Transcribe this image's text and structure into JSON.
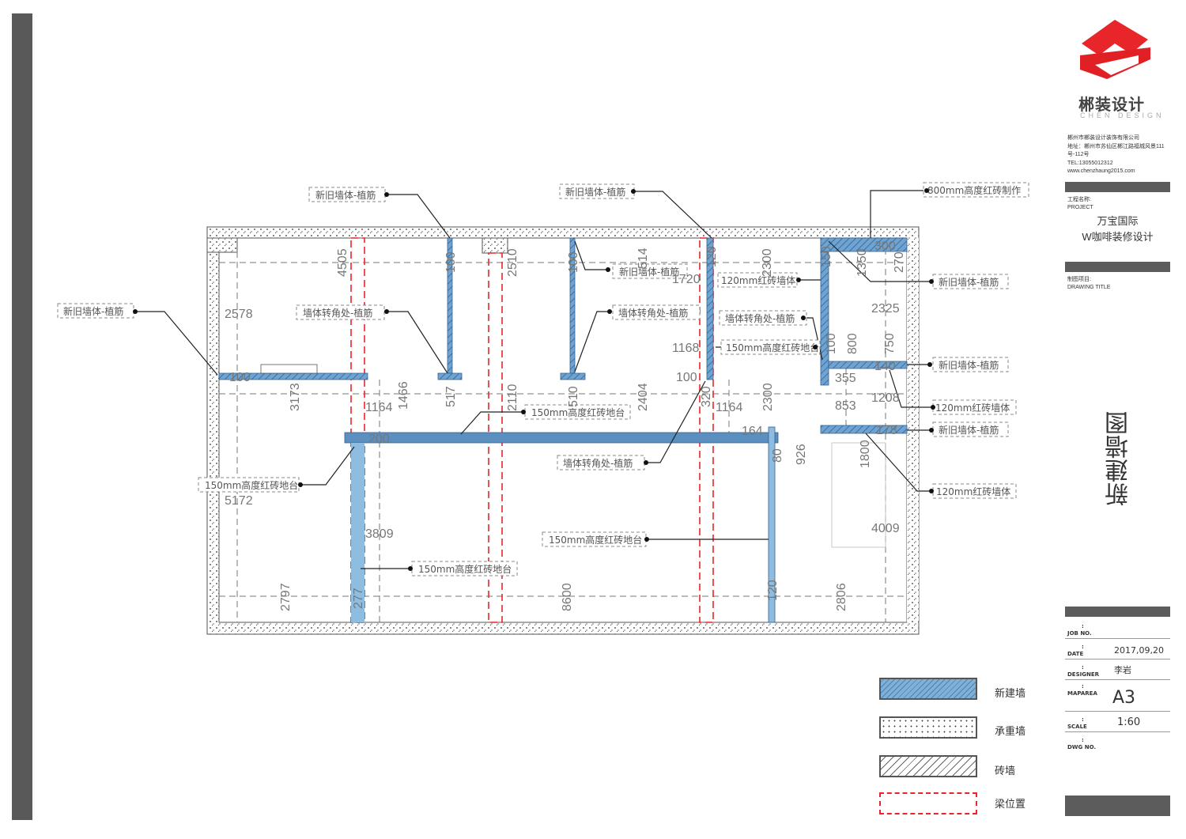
{
  "company": {
    "logo_text": "郴装设计",
    "logo_sub": "CHEN DESIGN",
    "name": "郴州市郴装设计装饰有限公司",
    "address": "地址：郴州市苏仙区郴江路福城风景111号-112号",
    "tel": "TEL:13055012312",
    "web": "www.chenzhaung2015.com"
  },
  "project": {
    "label_cn": "工程名称:",
    "label_en": "PROJECT",
    "line1": "万宝国际",
    "line2": "W咖啡装修设计"
  },
  "drawing_title": {
    "label_cn": "制图项目:",
    "label_en": "DRAWING TITLE",
    "value": "新建墙图"
  },
  "info": [
    {
      "key": "JOB NO.",
      "value": ""
    },
    {
      "key": "DATE",
      "value": "2017,09,20"
    },
    {
      "key": "DESIGNER",
      "value": "李岩"
    },
    {
      "key": "MAPAREA",
      "value": "A3"
    },
    {
      "key": "SCALE",
      "value": "1:60"
    },
    {
      "key": "DWG NO.",
      "value": ""
    }
  ],
  "legend": [
    {
      "label": "新建墙",
      "color": "#7fb0d8"
    },
    {
      "label": "承重墙",
      "color": "#ffffff"
    },
    {
      "label": "砖墙",
      "color": "#ffffff"
    },
    {
      "label": "梁位置",
      "color": "#e8262a"
    }
  ],
  "labels": {
    "a": "新旧墙体-植筋",
    "b": "新旧墙体-植筋",
    "c": "800mm高度红砖制作",
    "d": "新旧墙体-植筋",
    "e": "新旧墙体-植筋",
    "f": "墙体转角处-植筋",
    "g": "120mm红砖墙体",
    "h": "新旧墙体-植筋",
    "i": "墙体转角处-植筋",
    "j": "墙体转角处-植筋",
    "k": "150mm高度红砖地台",
    "l": "新旧墙体-植筋",
    "m": "120mm红砖墙体",
    "n": "150mm高度红砖地台",
    "o": "新旧墙体-植筋",
    "p": "墙体转角处-植筋",
    "q": "150mm高度红砖地台",
    "r": "120mm红砖墙体",
    "s": "150mm高度红砖地台",
    "t": "150mm高度红砖地台"
  },
  "dims": {
    "d4505": "4505",
    "d100a": "100",
    "d2510": "2510",
    "d100b": "100",
    "d514": "514",
    "d120a": "120",
    "d2300a": "2300",
    "d150": "150",
    "d1350": "1350",
    "d300": "300",
    "d270": "270",
    "d1720": "1720",
    "d2578": "2578",
    "d100c": "100",
    "d3173": "3173",
    "d1164a": "1164",
    "d1466": "1466",
    "d517": "517",
    "d2110": "2110",
    "d510": "510",
    "d2404": "2404",
    "d1168": "1168",
    "d100d": "100",
    "d320": "320",
    "d1164b": "1164",
    "d2300b": "2300",
    "d2325": "2325",
    "d100e": "100",
    "d800": "800",
    "d750": "750",
    "d140": "140",
    "d355": "355",
    "d1208": "1208",
    "d853": "853",
    "d178": "178",
    "d200": "200",
    "d164": "164",
    "d80": "80",
    "d926": "926",
    "d1800": "1800",
    "d5172": "5172",
    "d3809": "3809",
    "d4009": "4009",
    "d2797": "2797",
    "d277": "277",
    "d8600": "8600",
    "d120b": "120",
    "d2806": "2806"
  }
}
